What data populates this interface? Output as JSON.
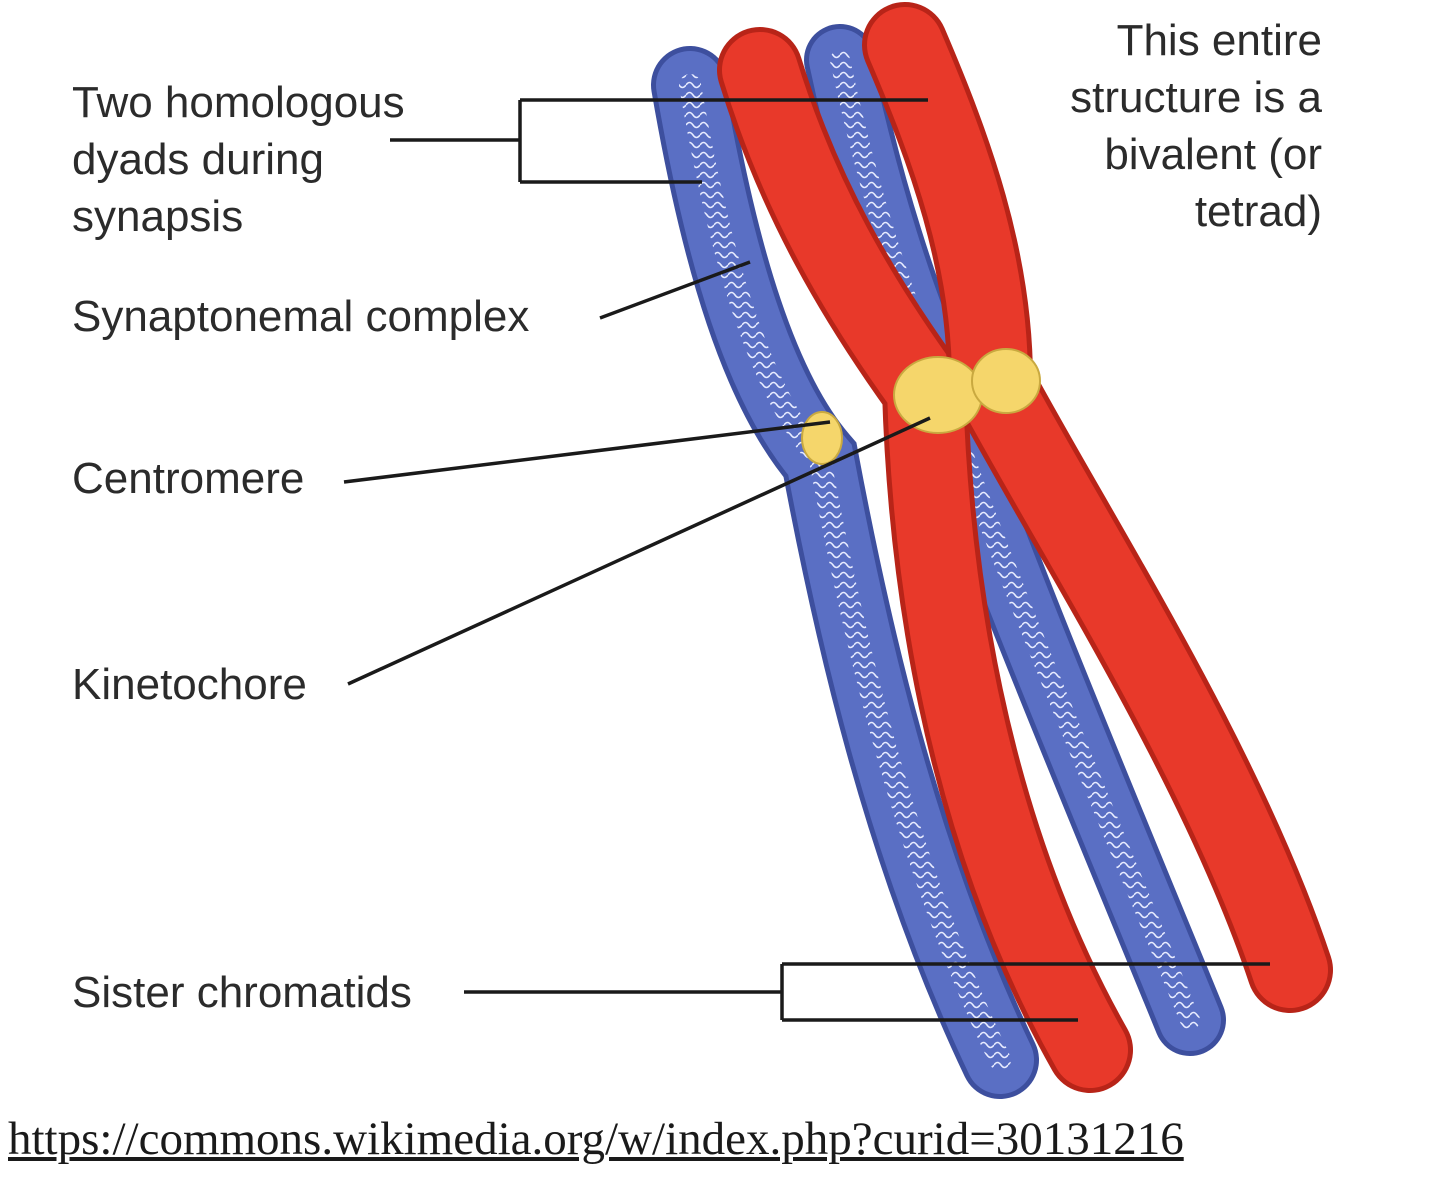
{
  "labels": {
    "homologous_dyads": [
      "Two homologous",
      "dyads during",
      "synapsis"
    ],
    "synaptonemal_complex": "Synaptonemal complex",
    "centromere": "Centromere",
    "kinetochore": "Kinetochore",
    "sister_chromatids": "Sister chromatids",
    "bivalent": [
      "This entire",
      "structure is a",
      "bivalent (or",
      "tetrad)"
    ]
  },
  "source_link": "https://commons.wikimedia.org/w/index.php?curid=30131216",
  "colors": {
    "chromatid_blue": "#5a6fc4",
    "chromatid_blue_dark": "#3d4f9e",
    "chromatid_red": "#e8392a",
    "chromatid_red_dark": "#b82418",
    "centromere_yellow": "#f5d66b",
    "leader_line": "#1a1a1a"
  }
}
